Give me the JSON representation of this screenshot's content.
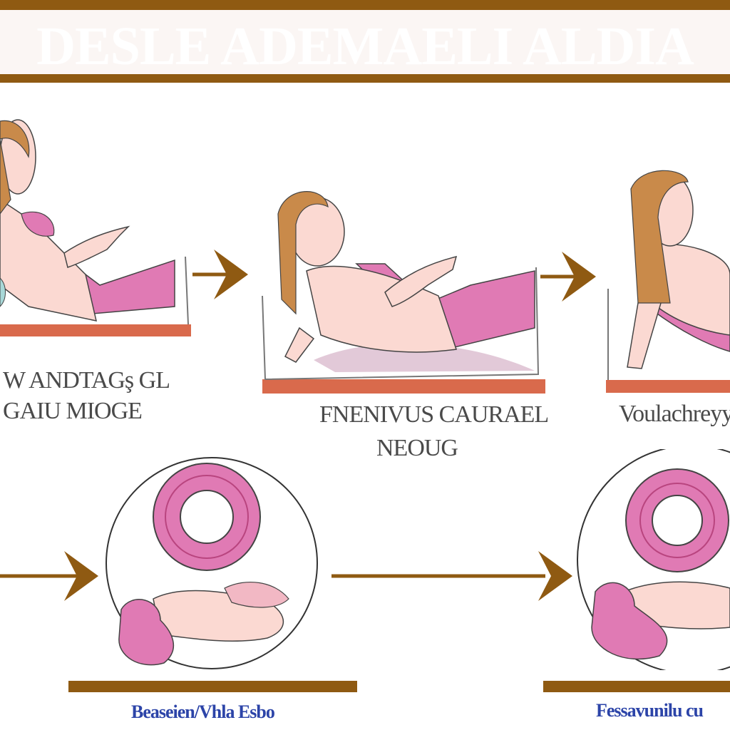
{
  "header": {
    "title": "DESLE ADEMAELI ALDIA"
  },
  "steps": [
    {
      "caption_line1": "W ANDTAGş GL",
      "caption_line2": "GAIU MIOGE"
    },
    {
      "caption_line1": "FNENIVUS CAURAEL",
      "caption_line2": "NEOUG"
    },
    {
      "caption_line1": "Voulachreyy"
    }
  ],
  "detail_panels": [
    {
      "caption": "Beaseien/Vhla Esbo"
    },
    {
      "caption": "Fessavunilu cu"
    }
  ],
  "colors": {
    "banner": "#8f5a12",
    "arrow": "#8f5a12",
    "pink": "#e07ab4",
    "skin": "#fbd9d2",
    "hair": "#c98a4a",
    "base": "#d05a3a",
    "blue_text": "#2c44a8"
  }
}
